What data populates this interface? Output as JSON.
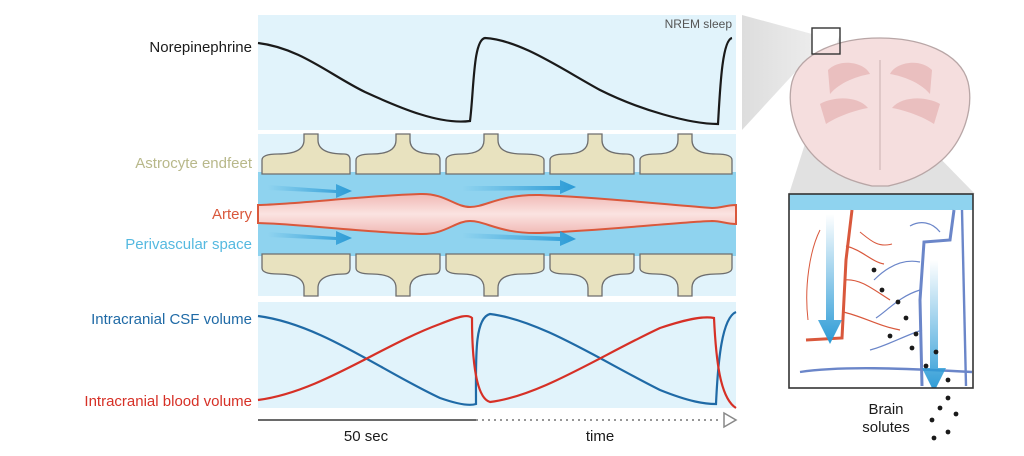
{
  "panel_top": {
    "label": "Norepinephrine",
    "state_label": "NREM sleep"
  },
  "panel_middle": {
    "labels": {
      "endfeet": "Astrocyte endfeet",
      "artery": "Artery",
      "perivascular": "Perivascular space"
    }
  },
  "panel_bottom": {
    "labels": {
      "csf": "Intracranial CSF volume",
      "blood": "Intracranial blood volume"
    }
  },
  "time_axis": {
    "duration_label": "50 sec",
    "axis_label": "time"
  },
  "inset": {
    "solutes_label_line1": "Brain",
    "solutes_label_line2": "solutes"
  },
  "colors": {
    "panel_bg": "#e1f3fb",
    "norepinephrine_line": "#1a1a1a",
    "artery_fill": "#f3c7c4",
    "artery_stroke": "#d9583c",
    "perivascular_fill": "#8fd3ef",
    "endfeet_fill": "#e8e2bf",
    "endfeet_label": "#b8b88a",
    "artery_label": "#d9583c",
    "perivascular_label": "#55b9e0",
    "flow_arrow": "#2c9bd6",
    "csf_line": "#1f6aa6",
    "blood_line": "#d63026",
    "brain_fill": "#f5dede"
  }
}
